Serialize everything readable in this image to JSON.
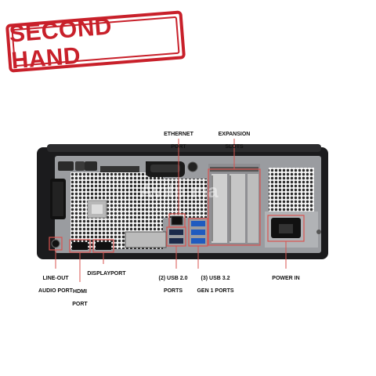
{
  "stamp": {
    "text": "SECOND HAND",
    "color": "#c8202a"
  },
  "watermark": "Avito.ma",
  "callout_color": "#d9534f",
  "labels": {
    "ethernet": [
      "ETHERNET",
      "PORT"
    ],
    "expansion": [
      "EXPANSION",
      "SLOTS"
    ],
    "line_out": [
      "LINE-OUT",
      "AUDIO PORT"
    ],
    "hdmi": [
      "HDMI",
      "PORT"
    ],
    "displayport": [
      "DISPLAYPORT"
    ],
    "usb20": [
      "(2) USB 2.0",
      "PORTS"
    ],
    "usb32": [
      "(3) USB 3.2",
      "GEN 1 PORTS"
    ],
    "power": [
      "POWER IN"
    ]
  }
}
